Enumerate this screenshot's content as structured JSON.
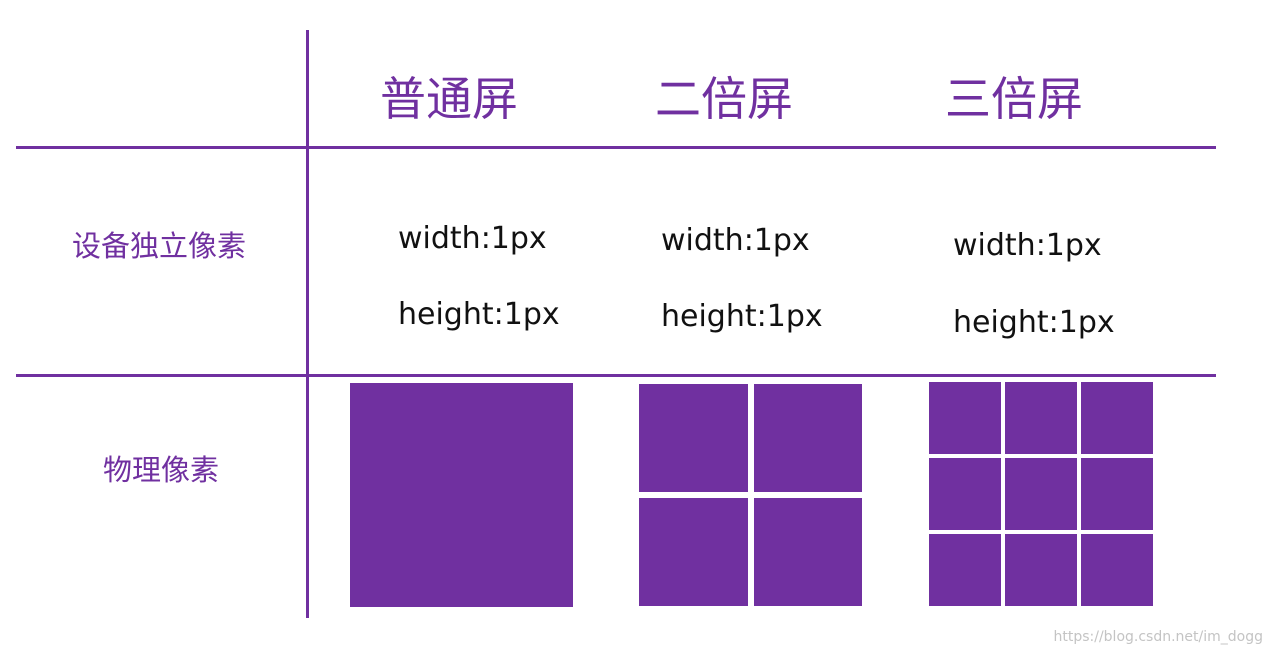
{
  "columns": [
    "普通屏",
    "二倍屏",
    "三倍屏"
  ],
  "rows": {
    "dip_label": "设备独立像素",
    "physical_label": "物理像素"
  },
  "device_independent": [
    {
      "width": "width:1px",
      "height": "height:1px"
    },
    {
      "width": "width:1px",
      "height": "height:1px"
    },
    {
      "width": "width:1px",
      "height": "height:1px"
    }
  ],
  "physical_pixel_grids": [
    {
      "rows": 1,
      "cols": 1
    },
    {
      "rows": 2,
      "cols": 2
    },
    {
      "rows": 3,
      "cols": 3
    }
  ],
  "colors": {
    "accent": "#7030a0",
    "text": "#111111"
  },
  "watermark": "https://blog.csdn.net/im_dogg"
}
